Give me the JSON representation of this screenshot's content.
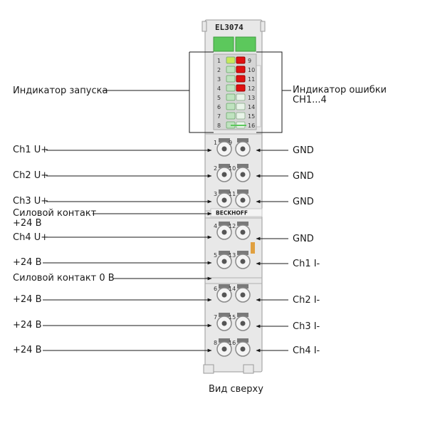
{
  "module": {
    "title": "EL3074",
    "brand": "BECKHOFF",
    "caption": "Вид сверху",
    "colors": {
      "body": "#e6e6e6",
      "green": "#5cc85c",
      "led_run": "#c8e85a",
      "led_error": "#e01010",
      "led_off": "#bfe3bf",
      "contact": "#e0a040"
    }
  },
  "leds": {
    "left": [
      {
        "num": "1",
        "state": "run-on"
      },
      {
        "num": "2",
        "state": "run-off"
      },
      {
        "num": "3",
        "state": "run-off"
      },
      {
        "num": "4",
        "state": "run-off"
      },
      {
        "num": "5",
        "state": "run-off"
      },
      {
        "num": "6",
        "state": "run-off"
      },
      {
        "num": "7",
        "state": "run-off"
      },
      {
        "num": "8",
        "state": "run-off"
      }
    ],
    "right": [
      {
        "num": "9",
        "state": "error-on"
      },
      {
        "num": "10",
        "state": "error-on"
      },
      {
        "num": "11",
        "state": "error-on"
      },
      {
        "num": "12",
        "state": "error-on"
      },
      {
        "num": "13",
        "state": "off"
      },
      {
        "num": "14",
        "state": "off"
      },
      {
        "num": "15",
        "state": "off"
      },
      {
        "num": "16",
        "state": "off"
      }
    ]
  },
  "callouts": {
    "left": "Индикатор запуска",
    "right_line1": "Индикатор ошибки",
    "right_line2": "CH1...4"
  },
  "left_labels": [
    {
      "text": "Ch1 U+"
    },
    {
      "text": "Ch2 U+"
    },
    {
      "text": "Ch3 U+"
    },
    {
      "text": "Силовой контакт",
      "text2": "+24 В"
    },
    {
      "text": "Ch4 U+"
    },
    {
      "text": "+24 В"
    },
    {
      "text": "Силовой контакт 0 В"
    },
    {
      "text": "+24 В"
    },
    {
      "text": "+24 В"
    },
    {
      "text": "+24 В"
    }
  ],
  "right_labels": [
    {
      "text": "GND"
    },
    {
      "text": "GND"
    },
    {
      "text": "GND"
    },
    {
      "text": "GND"
    },
    {
      "text": "Ch1 I-"
    },
    {
      "text": "Ch2 I-"
    },
    {
      "text": "Ch3 I-"
    },
    {
      "text": "Ch4 I-"
    }
  ],
  "terminals": [
    {
      "left": "1",
      "right": "9"
    },
    {
      "left": "2",
      "right": "10"
    },
    {
      "left": "3",
      "right": "11"
    },
    {
      "left": "4",
      "right": "12"
    },
    {
      "left": "5",
      "right": "13"
    },
    {
      "left": "6",
      "right": "14"
    },
    {
      "left": "7",
      "right": "15"
    },
    {
      "left": "8",
      "right": "16"
    }
  ]
}
